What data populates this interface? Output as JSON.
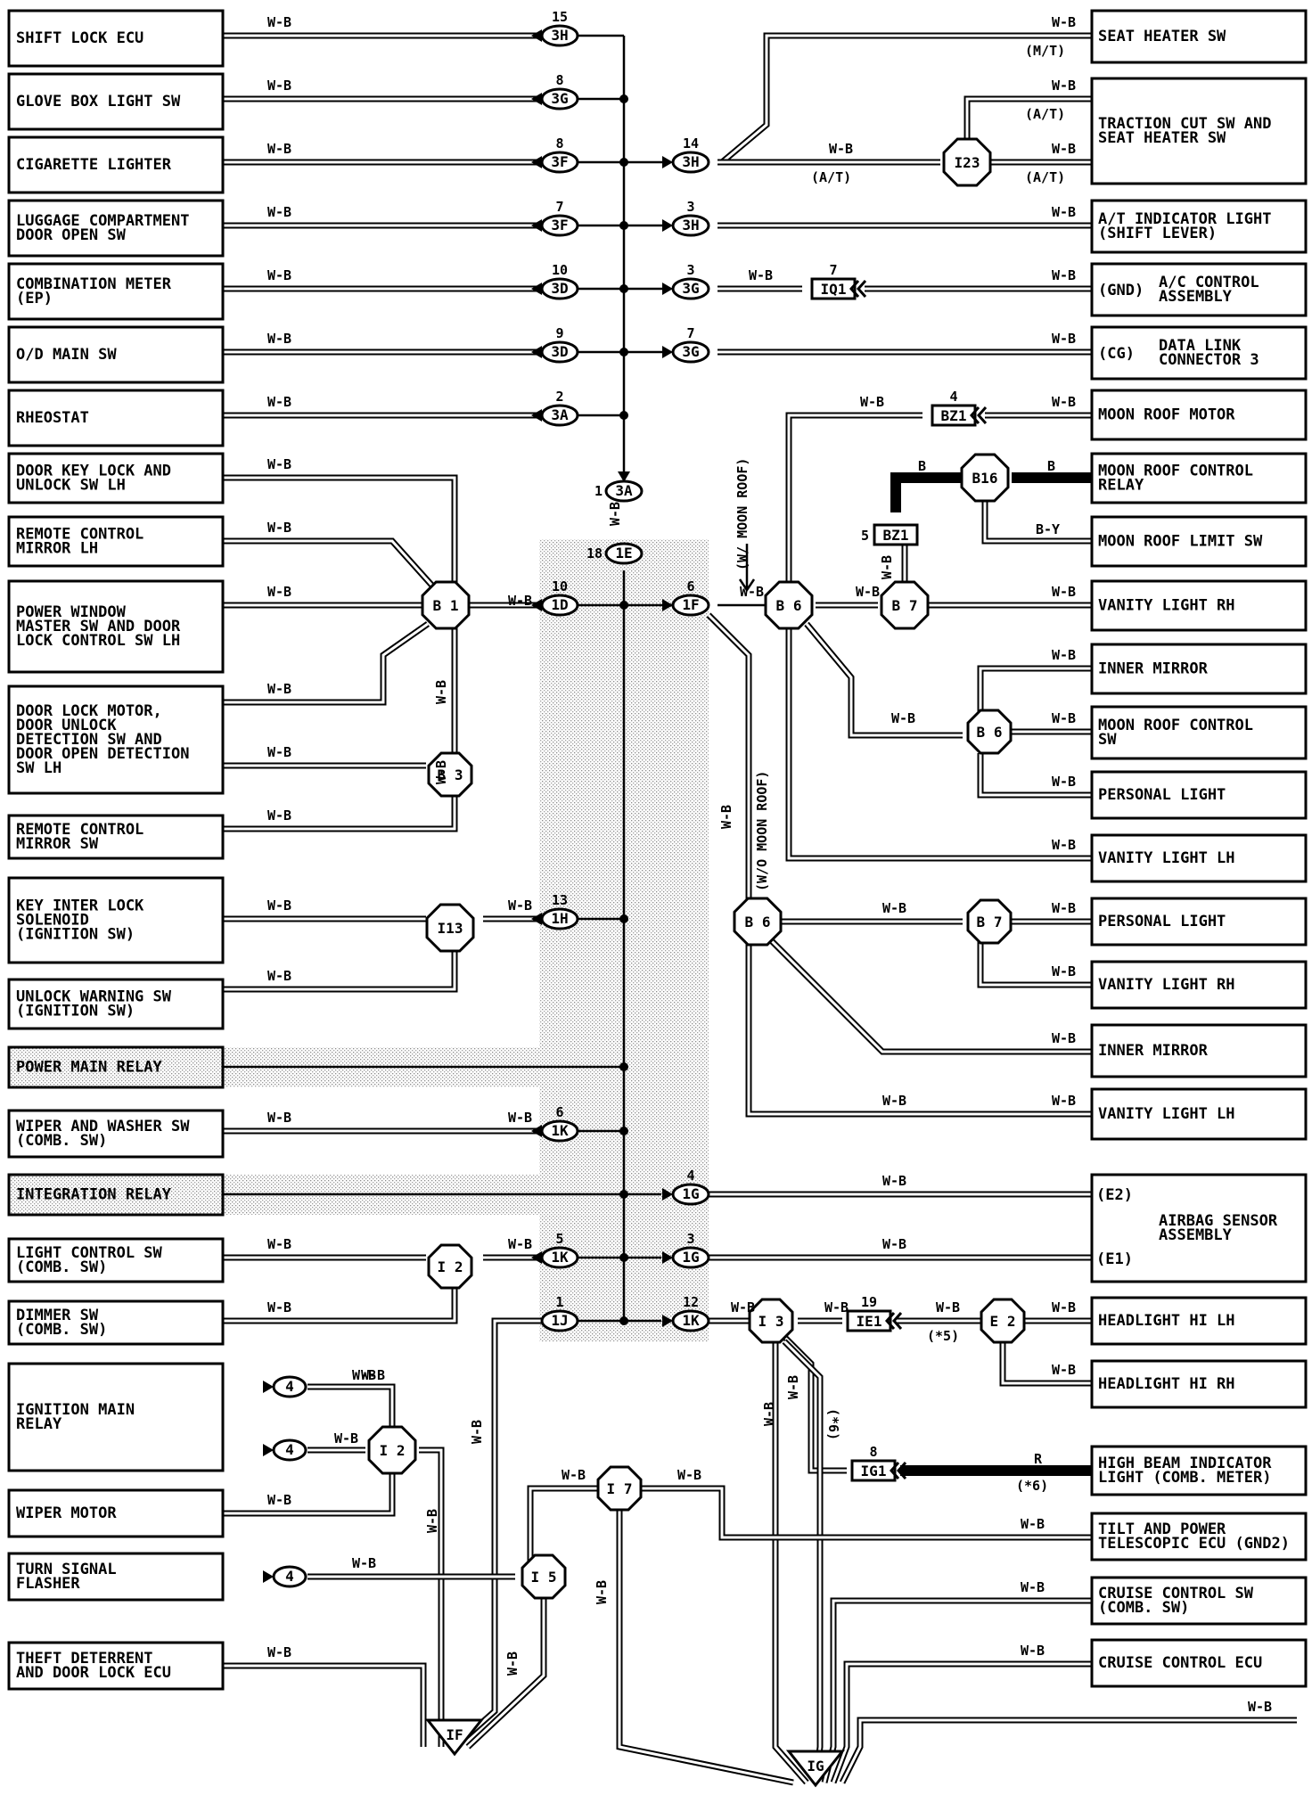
{
  "left_components": [
    {
      "label": [
        "SHIFT LOCK ECU"
      ]
    },
    {
      "label": [
        "GLOVE BOX LIGHT SW"
      ]
    },
    {
      "label": [
        "CIGARETTE LIGHTER"
      ]
    },
    {
      "label": [
        "LUGGAGE COMPARTMENT",
        "DOOR OPEN SW"
      ]
    },
    {
      "label": [
        "COMBINATION METER",
        "(EP)"
      ]
    },
    {
      "label": [
        "O/D MAIN SW"
      ]
    },
    {
      "label": [
        "RHEOSTAT"
      ]
    },
    {
      "label": [
        "DOOR KEY LOCK AND",
        "UNLOCK SW LH"
      ]
    },
    {
      "label": [
        "REMOTE CONTROL",
        "MIRROR LH"
      ]
    },
    {
      "label": [
        "POWER WINDOW",
        "MASTER SW AND DOOR",
        "LOCK CONTROL SW LH"
      ]
    },
    {
      "label": [
        "DOOR LOCK MOTOR,",
        "DOOR UNLOCK",
        "DETECTION SW AND",
        "DOOR OPEN DETECTION",
        "SW LH"
      ]
    },
    {
      "label": [
        "REMOTE CONTROL",
        "MIRROR SW"
      ]
    },
    {
      "label": [
        "KEY INTER LOCK",
        "SOLENOID",
        "(IGNITION SW)"
      ]
    },
    {
      "label": [
        "UNLOCK WARNING SW",
        "(IGNITION SW)"
      ]
    },
    {
      "label": [
        "POWER MAIN RELAY"
      ]
    },
    {
      "label": [
        "WIPER AND WASHER SW",
        "(COMB. SW)"
      ]
    },
    {
      "label": [
        "INTEGRATION RELAY"
      ]
    },
    {
      "label": [
        "LIGHT CONTROL SW",
        "(COMB. SW)"
      ]
    },
    {
      "label": [
        "DIMMER SW",
        "(COMB. SW)"
      ]
    },
    {
      "label": [
        "IGNITION MAIN",
        "RELAY"
      ]
    },
    {
      "label": [
        "WIPER MOTOR"
      ]
    },
    {
      "label": [
        "TURN SIGNAL",
        "FLASHER"
      ]
    },
    {
      "label": [
        "THEFT DETERRENT",
        "AND DOOR LOCK ECU"
      ]
    }
  ],
  "right_components": [
    {
      "label": [
        "SEAT HEATER SW"
      ]
    },
    {
      "label": [
        "TRACTION CUT SW AND",
        "SEAT HEATER SW"
      ]
    },
    {
      "label": [
        "A/T INDICATOR LIGHT",
        "(SHIFT LEVER)"
      ]
    },
    {
      "label": [
        "A/C CONTROL",
        "ASSEMBLY"
      ],
      "pin": "(GND)"
    },
    {
      "label": [
        "DATA LINK",
        "CONNECTOR 3"
      ],
      "pin": "(CG)"
    },
    {
      "label": [
        "MOON ROOF MOTOR"
      ]
    },
    {
      "label": [
        "MOON ROOF CONTROL",
        "RELAY"
      ]
    },
    {
      "label": [
        "MOON ROOF LIMIT SW"
      ]
    },
    {
      "label": [
        "VANITY LIGHT RH"
      ]
    },
    {
      "label": [
        "INNER MIRROR"
      ]
    },
    {
      "label": [
        "MOON ROOF CONTROL",
        "SW"
      ]
    },
    {
      "label": [
        "PERSONAL LIGHT"
      ]
    },
    {
      "label": [
        "VANITY LIGHT LH"
      ]
    },
    {
      "label": [
        "PERSONAL LIGHT"
      ]
    },
    {
      "label": [
        "VANITY LIGHT RH"
      ]
    },
    {
      "label": [
        "INNER MIRROR"
      ]
    },
    {
      "label": [
        "VANITY LIGHT LH"
      ]
    },
    {
      "label": [
        "AIRBAG SENSOR",
        "ASSEMBLY"
      ],
      "pins": [
        "(E2)",
        "(E1)"
      ]
    },
    {
      "label": [
        "HEADLIGHT HI LH"
      ]
    },
    {
      "label": [
        "HEADLIGHT HI RH"
      ]
    },
    {
      "label": [
        "HIGH BEAM INDICATOR",
        "LIGHT (COMB. METER)"
      ]
    },
    {
      "label": [
        "TILT AND POWER",
        "TELESCOPIC ECU (GND2)"
      ]
    },
    {
      "label": [
        "CRUISE CONTROL SW",
        "(COMB. SW)"
      ]
    },
    {
      "label": [
        "CRUISE CONTROL ECU"
      ]
    }
  ],
  "connectors": [
    {
      "id": "3H",
      "pin": "15"
    },
    {
      "id": "3G",
      "pin": "8"
    },
    {
      "id": "3F",
      "pin": "8"
    },
    {
      "id": "3F",
      "pin": "7"
    },
    {
      "id": "3D",
      "pin": "10"
    },
    {
      "id": "3D",
      "pin": "9"
    },
    {
      "id": "3A",
      "pin": "2"
    },
    {
      "id": "3H",
      "pin": "14"
    },
    {
      "id": "3H",
      "pin": "3"
    },
    {
      "id": "3G",
      "pin": "3"
    },
    {
      "id": "3G",
      "pin": "7"
    },
    {
      "id": "3A",
      "pin": "1"
    },
    {
      "id": "1E",
      "pin": "18"
    },
    {
      "id": "1D",
      "pin": "10"
    },
    {
      "id": "1F",
      "pin": "6"
    },
    {
      "id": "1H",
      "pin": "13"
    },
    {
      "id": "1K",
      "pin": "6"
    },
    {
      "id": "1G",
      "pin": "4"
    },
    {
      "id": "1K",
      "pin": "5"
    },
    {
      "id": "1G",
      "pin": "3"
    },
    {
      "id": "1J",
      "pin": "1"
    },
    {
      "id": "1K",
      "pin": "12"
    },
    {
      "id": "4",
      "pin": ""
    },
    {
      "id": "4",
      "pin": ""
    },
    {
      "id": "4",
      "pin": ""
    }
  ],
  "rect_connectors": [
    {
      "id": "IQ1",
      "pin": "7"
    },
    {
      "id": "BZ1",
      "pin": "4"
    },
    {
      "id": "BZ1",
      "pin": "5"
    },
    {
      "id": "IE1",
      "pin": "19"
    },
    {
      "id": "IG1",
      "pin": "8"
    }
  ],
  "junctions": [
    "I23",
    "B16",
    "B 1",
    "B 6",
    "B 7",
    "B 3",
    "B 6",
    "I13",
    "B 6",
    "B 7",
    "I 2",
    "I 3",
    "E 2",
    "I 2",
    "I 7",
    "I 5"
  ],
  "grounds": [
    "IF",
    "IG"
  ],
  "wire_labels": {
    "wb": "W-B",
    "b": "B",
    "by": "B-Y",
    "r": "R"
  },
  "notes": [
    "(M/T)",
    "(A/T)",
    "(A/T)",
    "(A/T)",
    "(W/ MOON ROOF)",
    "(W/O MOON ROOF)",
    "(*5)",
    "(*6)",
    "(*6)"
  ]
}
